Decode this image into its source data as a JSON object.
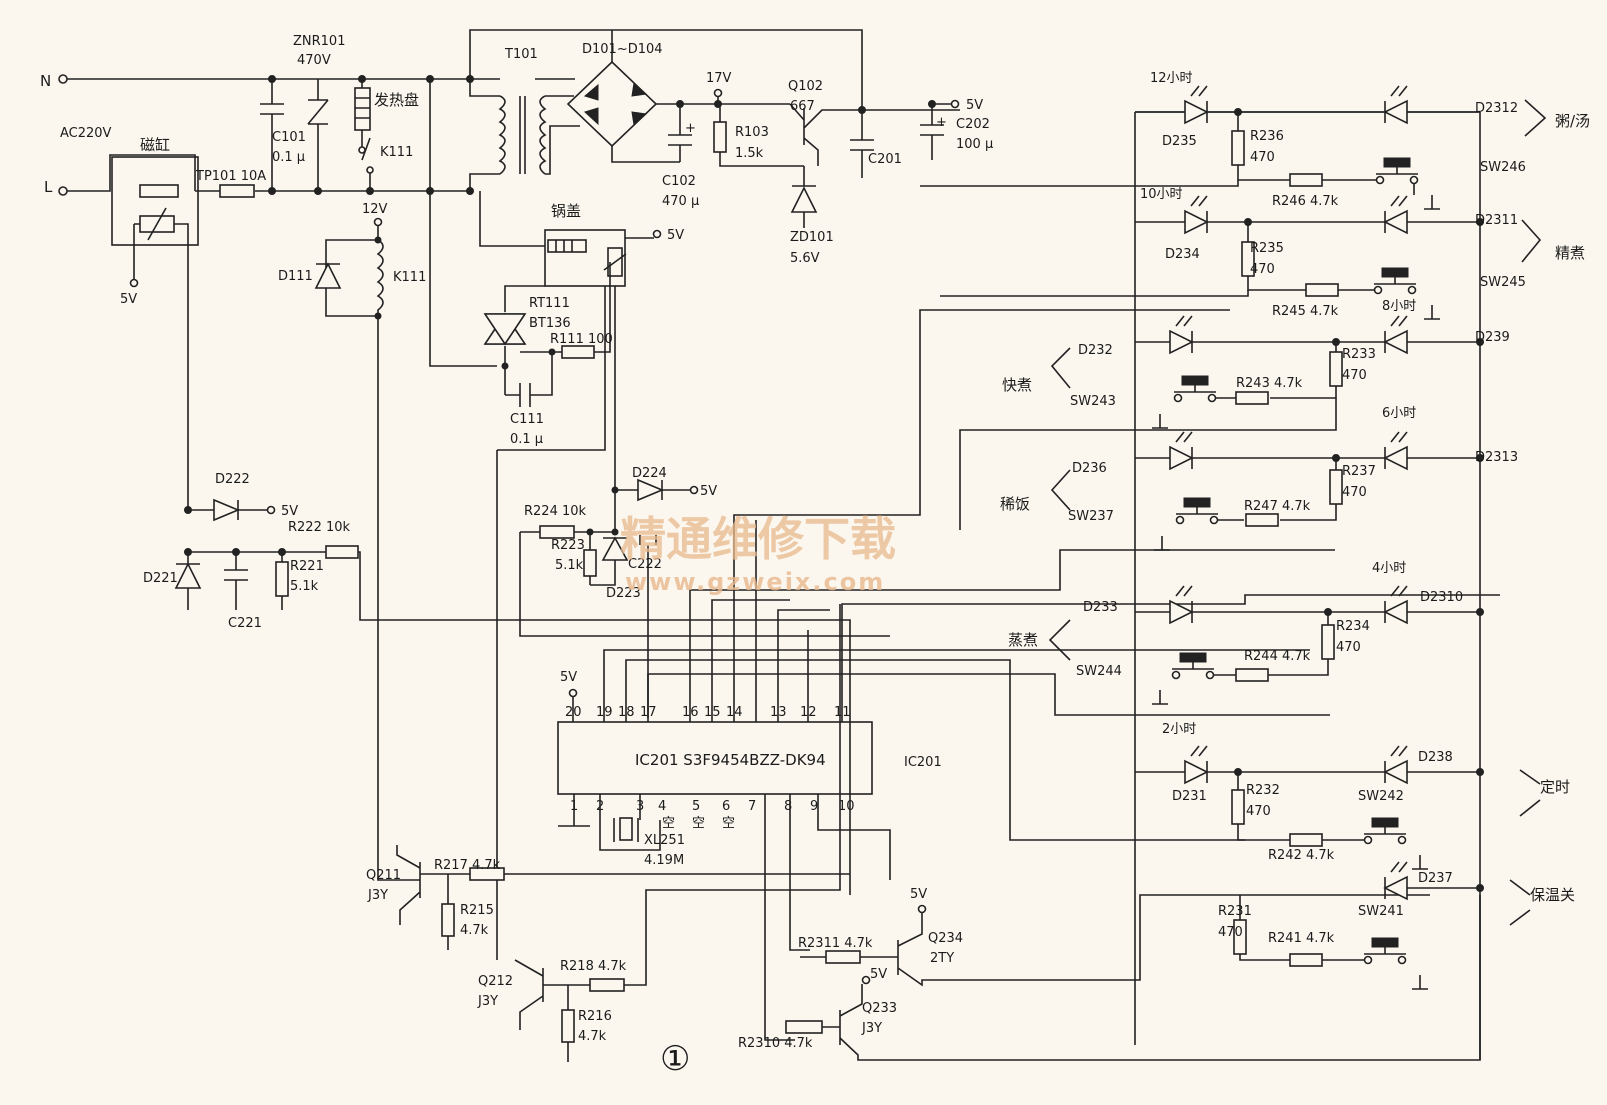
{
  "mains": {
    "n": "N",
    "l": "L",
    "ac": "AC220V",
    "magnet": "磁缸",
    "fuse": "TP101  10A",
    "fuse_5v": "5V"
  },
  "znr": {
    "name": "ZNR101",
    "value": "470V"
  },
  "c101": {
    "name": "C101",
    "value": "0.1 μ"
  },
  "heater": "发热盘",
  "k111_contact": "K111",
  "transformer": "T101",
  "bridge": "D101~D104",
  "v17": "17V",
  "c102": {
    "name": "C102",
    "value": "470 μ"
  },
  "r103": {
    "name": "R103",
    "value": "1.5k"
  },
  "q102": {
    "name": "Q102",
    "value": "667"
  },
  "zd101": {
    "name": "ZD101",
    "value": "5.6V"
  },
  "c201": "C201",
  "c202": {
    "name": "C202",
    "value": "100 μ"
  },
  "out5v": "5V",
  "relay": {
    "v12": "12V",
    "d111": "D111",
    "k111": "K111"
  },
  "lid": {
    "label": "锅盖",
    "v5": "5V"
  },
  "triac": {
    "rt": "RT111",
    "bt": "BT136",
    "r111": "R111  100",
    "c111": "C111",
    "c111v": "0.1 μ"
  },
  "d222": {
    "name": "D222",
    "v": "5V"
  },
  "d221": "D221",
  "c221": "C221",
  "r222": "R222  10k",
  "r221": {
    "name": "R221",
    "value": "5.1k"
  },
  "d224": {
    "name": "D224",
    "v": "5V"
  },
  "r224": "R224  10k",
  "r223": {
    "name": "R223",
    "value": "5.1k"
  },
  "d223": "D223",
  "c222": "C222",
  "ic": {
    "v5": "5V",
    "label": "IC201  S3F9454BZZ-DK94",
    "side": "IC201",
    "top_pins": [
      "20",
      "19",
      "18",
      "17",
      "16",
      "15",
      "14",
      "13",
      "12",
      "11"
    ],
    "bottom_pins": [
      "1",
      "2",
      "3",
      "4",
      "5",
      "6",
      "7",
      "8",
      "9",
      "10"
    ],
    "nc": [
      "空",
      "空",
      "空"
    ]
  },
  "xtal": {
    "name": "XL251",
    "value": "4.19M"
  },
  "q211": {
    "name": "Q211",
    "type": "J3Y"
  },
  "r217": "R217  4.7k",
  "r215": {
    "name": "R215",
    "value": "4.7k"
  },
  "q212": {
    "name": "Q212",
    "type": "J3Y"
  },
  "r218": "R218  4.7k",
  "r216": {
    "name": "R216",
    "value": "4.7k"
  },
  "q234": {
    "name": "Q234",
    "type": "2TY",
    "v": "5V"
  },
  "r2311": "R2311  4.7k",
  "q233": {
    "name": "Q233",
    "type": "J3Y",
    "v": "5V"
  },
  "r2310": "R2310  4.7k",
  "circle": "①",
  "panel": {
    "h12": "12小时",
    "d235": "D235",
    "r236": "R236",
    "r236v": "470",
    "d2312": "D2312",
    "zhou": "粥/汤",
    "sw246": "SW246",
    "r246": "R246  4.7k",
    "h10": "10小时",
    "d234": "D234",
    "r235": "R235",
    "r235v": "470",
    "d2311": "D2311",
    "jingzhu": "精煮",
    "sw245": "SW245",
    "r245": "R245  4.7k",
    "h8": "8小时",
    "d232": "D232",
    "kuaizhu": "快煮",
    "sw243": "SW243",
    "r243": "R243  4.7k",
    "r233": "R233",
    "r233v": "470",
    "d239": "D239",
    "h6": "6小时",
    "d236": "D236",
    "xifan": "稀饭",
    "sw237": "SW237",
    "r247": "R247  4.7k",
    "r237": "R237",
    "r237v": "470",
    "d2313": "D2313",
    "h4": "4小时",
    "d233": "D233",
    "zhengzhu": "蒸煮",
    "sw244": "SW244",
    "r244": "R244  4.7k",
    "r234": "R234",
    "r234v": "470",
    "d2310": "D2310",
    "h2": "2小时",
    "d231": "D231",
    "r232": "R232",
    "r232v": "470",
    "d238": "D238",
    "dingshi": "定时",
    "sw242": "SW242",
    "r242": "R242  4.7k",
    "d237": "D237",
    "baowen": "保温关",
    "r231": "R231",
    "r231v": "470",
    "sw241": "SW241",
    "r241": "R241  4.7k"
  },
  "watermark": {
    "cn": "精通维修下载",
    "url": "www.gzweix.com"
  }
}
